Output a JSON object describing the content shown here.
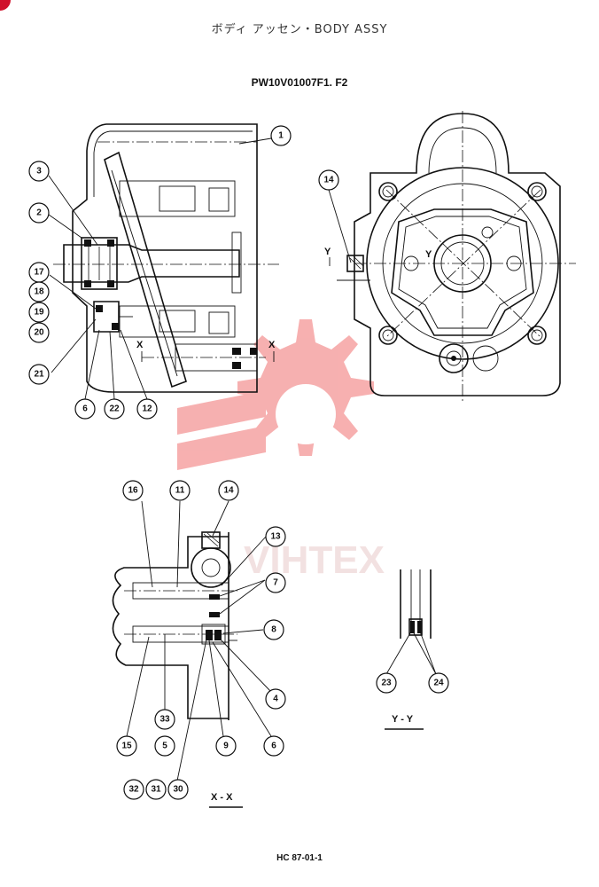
{
  "header": {
    "title": "ボディ アッセン・BODY ASSY",
    "code": "PW10V01007F1. F2"
  },
  "footer": {
    "ref": "HC 87-01-1"
  },
  "section_labels": {
    "xx": "X - X",
    "yy": "Y - Y",
    "x_mark": "X",
    "y_mark": "Y"
  },
  "watermark": {
    "text": "VIHTEX",
    "color": "#f05050"
  },
  "callouts": [
    "1",
    "2",
    "3",
    "4",
    "5",
    "6",
    "7",
    "8",
    "9",
    "11",
    "12",
    "13",
    "14",
    "15",
    "16",
    "17",
    "18",
    "19",
    "20",
    "21",
    "22",
    "23",
    "24",
    "30",
    "31",
    "32",
    "33"
  ]
}
